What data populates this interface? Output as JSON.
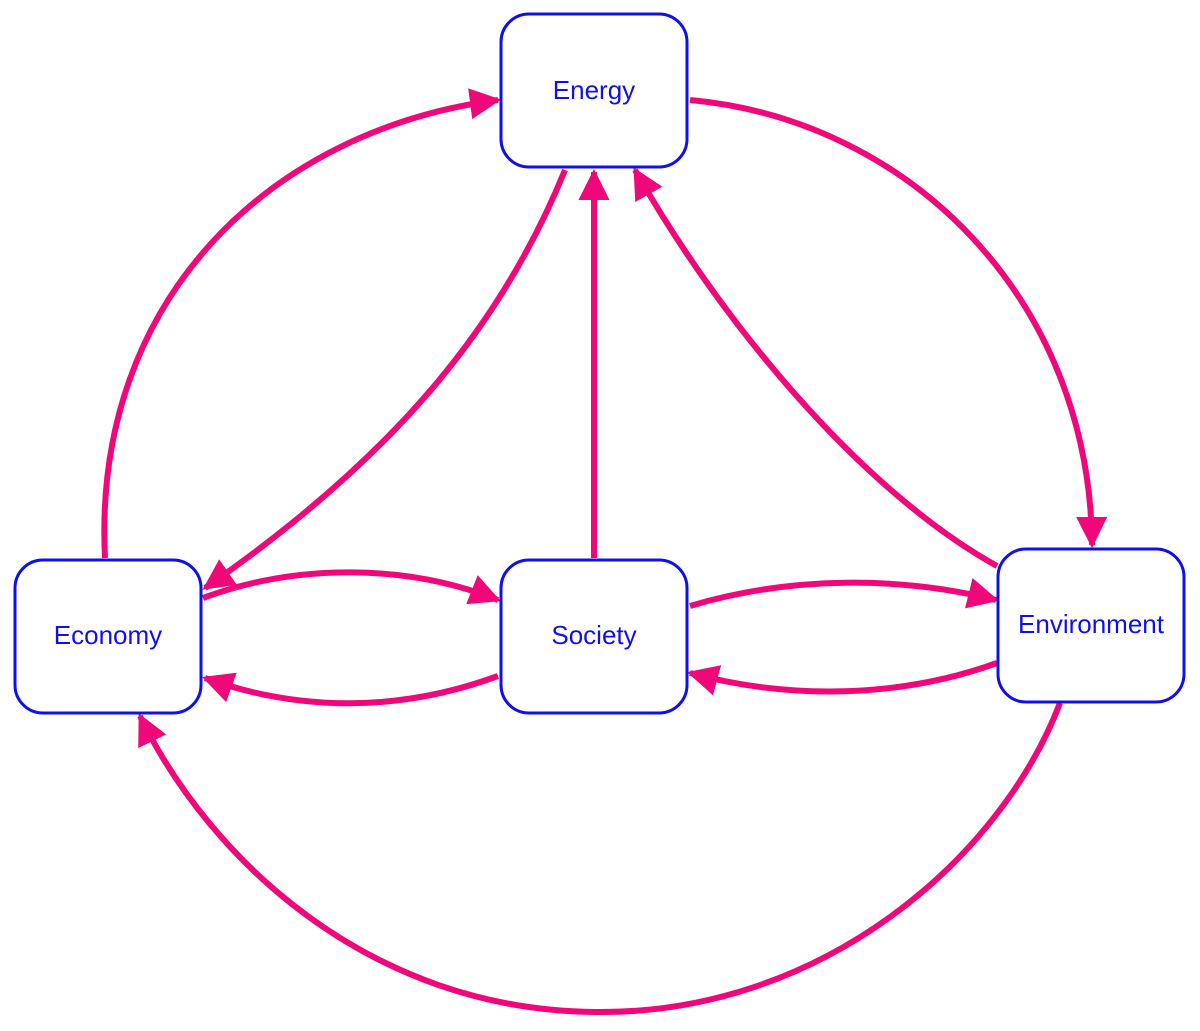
{
  "diagram": {
    "colors": {
      "node_stroke": "#1010ee",
      "node_text": "#1010ee",
      "edge": "#f0087a",
      "background": "#ffffff"
    },
    "nodes": {
      "energy": {
        "label": "Energy"
      },
      "economy": {
        "label": "Economy"
      },
      "society": {
        "label": "Society"
      },
      "environment": {
        "label": "Environment"
      }
    },
    "edges": [
      {
        "from": "Economy",
        "to": "Energy"
      },
      {
        "from": "Energy",
        "to": "Environment"
      },
      {
        "from": "Energy",
        "to": "Economy"
      },
      {
        "from": "Society",
        "to": "Energy"
      },
      {
        "from": "Environment",
        "to": "Energy"
      },
      {
        "from": "Economy",
        "to": "Society"
      },
      {
        "from": "Society",
        "to": "Economy"
      },
      {
        "from": "Society",
        "to": "Environment"
      },
      {
        "from": "Environment",
        "to": "Society"
      },
      {
        "from": "Environment",
        "to": "Economy"
      }
    ]
  }
}
